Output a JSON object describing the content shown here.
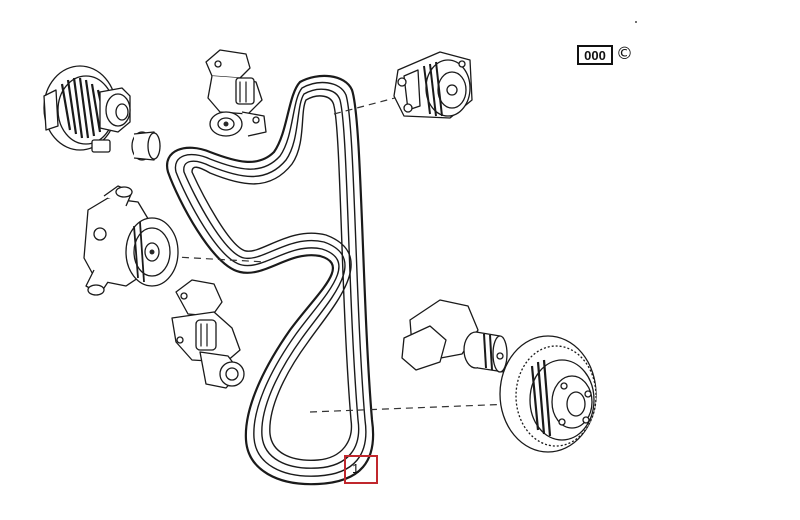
{
  "diagram": {
    "reference_code": "000",
    "copyright_symbol": "©",
    "callout_label": "1"
  },
  "colors": {
    "callout_border": "#c0272d",
    "line": "#1a1a1a"
  },
  "parts": [
    {
      "name": "alternator",
      "icon": "alternator-icon"
    },
    {
      "name": "belt-tensioner-upper",
      "icon": "tensioner-icon"
    },
    {
      "name": "water-pump",
      "icon": "pump-pulley-icon"
    },
    {
      "name": "power-steering-pump",
      "icon": "pump-icon"
    },
    {
      "name": "belt-tensioner-lower",
      "icon": "tensioner-icon"
    },
    {
      "name": "crankshaft",
      "icon": "crankshaft-icon"
    },
    {
      "name": "crankshaft-pulley",
      "icon": "pulley-icon"
    },
    {
      "name": "serpentine-belt",
      "icon": "belt-icon"
    }
  ]
}
